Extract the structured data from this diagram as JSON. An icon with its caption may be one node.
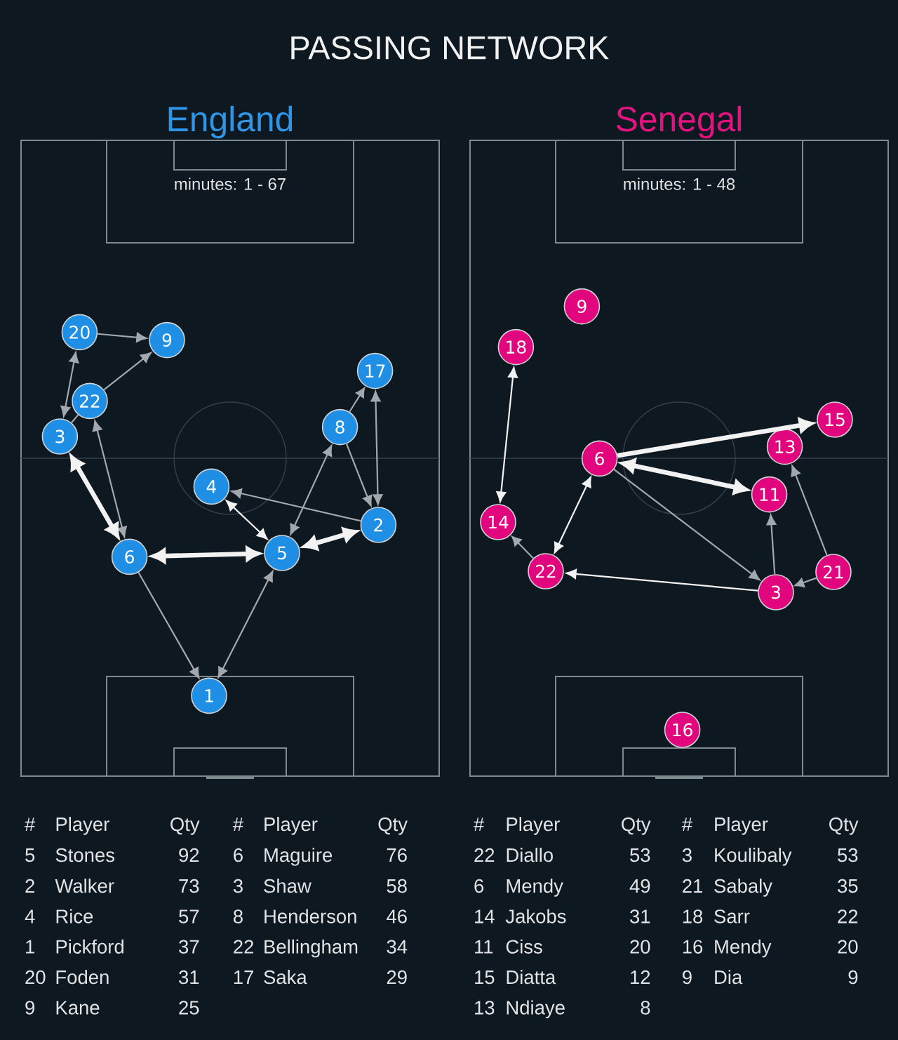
{
  "diagram": {
    "title": "PASSING NETWORK",
    "nodes": [
      {
        "text": [
          "England",
          "minutes: 1 - 67"
        ]
      },
      {
        "text": [
          "20"
        ],
        "in": 0
      },
      {
        "text": [
          "9"
        ],
        "in": 0
      },
      {
        "text": [
          "17"
        ],
        "in": 0
      },
      {
        "text": [
          "22"
        ],
        "in": 0
      },
      {
        "text": [
          "8"
        ],
        "in": 0
      },
      {
        "text": [
          "3"
        ],
        "in": 0
      },
      {
        "text": [
          "4"
        ],
        "in": 0
      },
      {
        "text": [
          "2"
        ],
        "in": 0
      },
      {
        "text": [
          "6"
        ],
        "in": 0
      },
      {
        "text": [
          "5"
        ],
        "in": 0
      },
      {
        "text": [
          "1"
        ],
        "in": 0
      },
      {
        "text": [
          "Senegal",
          "minutes: 1 - 48"
        ]
      },
      {
        "text": [
          "9"
        ],
        "in": 12
      },
      {
        "text": [
          "18"
        ],
        "in": 12
      },
      {
        "text": [
          "15"
        ],
        "in": 12
      },
      {
        "text": [
          "13"
        ],
        "in": 12
      },
      {
        "text": [
          "6"
        ],
        "in": 12
      },
      {
        "text": [
          "11"
        ],
        "in": 12
      },
      {
        "text": [
          "14"
        ],
        "in": 12
      },
      {
        "text": [
          "22"
        ],
        "in": 12
      },
      {
        "text": [
          "21"
        ],
        "in": 12
      },
      {
        "text": [
          "3"
        ],
        "in": 12
      },
      {
        "text": [
          "16"
        ],
        "in": 12
      }
    ],
    "edges": [
      {
        "from": 1,
        "to": 2,
        "arrow": "to"
      },
      {
        "from": 6,
        "to": 1,
        "arrow": "both"
      },
      {
        "from": 4,
        "to": 2,
        "arrow": "to"
      },
      {
        "from": 6,
        "to": 4,
        "arrow": "none"
      },
      {
        "from": 9,
        "to": 4,
        "arrow": "both"
      },
      {
        "from": 9,
        "to": 6,
        "arrow": "both",
        "style": "thick",
        "color": "#f2f2f2"
      },
      {
        "from": 9,
        "to": 10,
        "arrow": "both",
        "style": "thick",
        "color": "#f2f2f2"
      },
      {
        "from": 10,
        "to": 8,
        "arrow": "both",
        "style": "thick",
        "color": "#f2f2f2"
      },
      {
        "from": 7,
        "to": 10,
        "arrow": "both",
        "color": "#f2f2f2"
      },
      {
        "from": 8,
        "to": 7,
        "arrow": "to"
      },
      {
        "from": 10,
        "to": 5,
        "arrow": "both"
      },
      {
        "from": 5,
        "to": 8,
        "arrow": "to"
      },
      {
        "from": 3,
        "to": 8,
        "arrow": "both"
      },
      {
        "from": 5,
        "to": 3,
        "arrow": "to"
      },
      {
        "from": 9,
        "to": 11,
        "arrow": "to"
      },
      {
        "from": 11,
        "to": 10,
        "arrow": "both"
      },
      {
        "from": 14,
        "to": 19,
        "arrow": "both",
        "color": "#f2f2f2"
      },
      {
        "from": 17,
        "to": 15,
        "arrow": "to",
        "style": "thick",
        "color": "#f2f2f2"
      },
      {
        "from": 17,
        "to": 18,
        "arrow": "both",
        "style": "thick",
        "color": "#f2f2f2"
      },
      {
        "from": 17,
        "to": 22,
        "arrow": "to"
      },
      {
        "from": 17,
        "to": 20,
        "arrow": "both",
        "color": "#f2f2f2"
      },
      {
        "from": 20,
        "to": 19,
        "arrow": "to"
      },
      {
        "from": 22,
        "to": 20,
        "arrow": "to",
        "color": "#f2f2f2"
      },
      {
        "from": 22,
        "to": 18,
        "arrow": "to"
      },
      {
        "from": 21,
        "to": 16,
        "arrow": "to"
      },
      {
        "from": 21,
        "to": 22,
        "arrow": "to"
      }
    ],
    "labels": [
      "#",
      "Player",
      "Qty",
      "#",
      "Player",
      "Qty",
      "5",
      "Stones",
      "92",
      "6",
      "Maguire",
      "76",
      "2",
      "Walker",
      "73",
      "3",
      "Shaw",
      "58",
      "4",
      "Rice",
      "57",
      "8",
      "Henderson",
      "46",
      "1",
      "Pickford",
      "37",
      "22",
      "Bellingham",
      "34",
      "20",
      "Foden",
      "31",
      "17",
      "Saka",
      "29",
      "9",
      "Kane",
      "25",
      "#",
      "Player",
      "Qty",
      "#",
      "Player",
      "Qty",
      "22",
      "Diallo",
      "53",
      "3",
      "Koulibaly",
      "53",
      "6",
      "Mendy",
      "49",
      "21",
      "Sabaly",
      "35",
      "14",
      "Jakobs",
      "31",
      "18",
      "Sarr",
      "22",
      "11",
      "Ciss",
      "20",
      "16",
      "Mendy",
      "20",
      "15",
      "Diatta",
      "12",
      "9",
      "Dia",
      "9",
      "13",
      "Ndiaye",
      "8"
    ]
  }
}
